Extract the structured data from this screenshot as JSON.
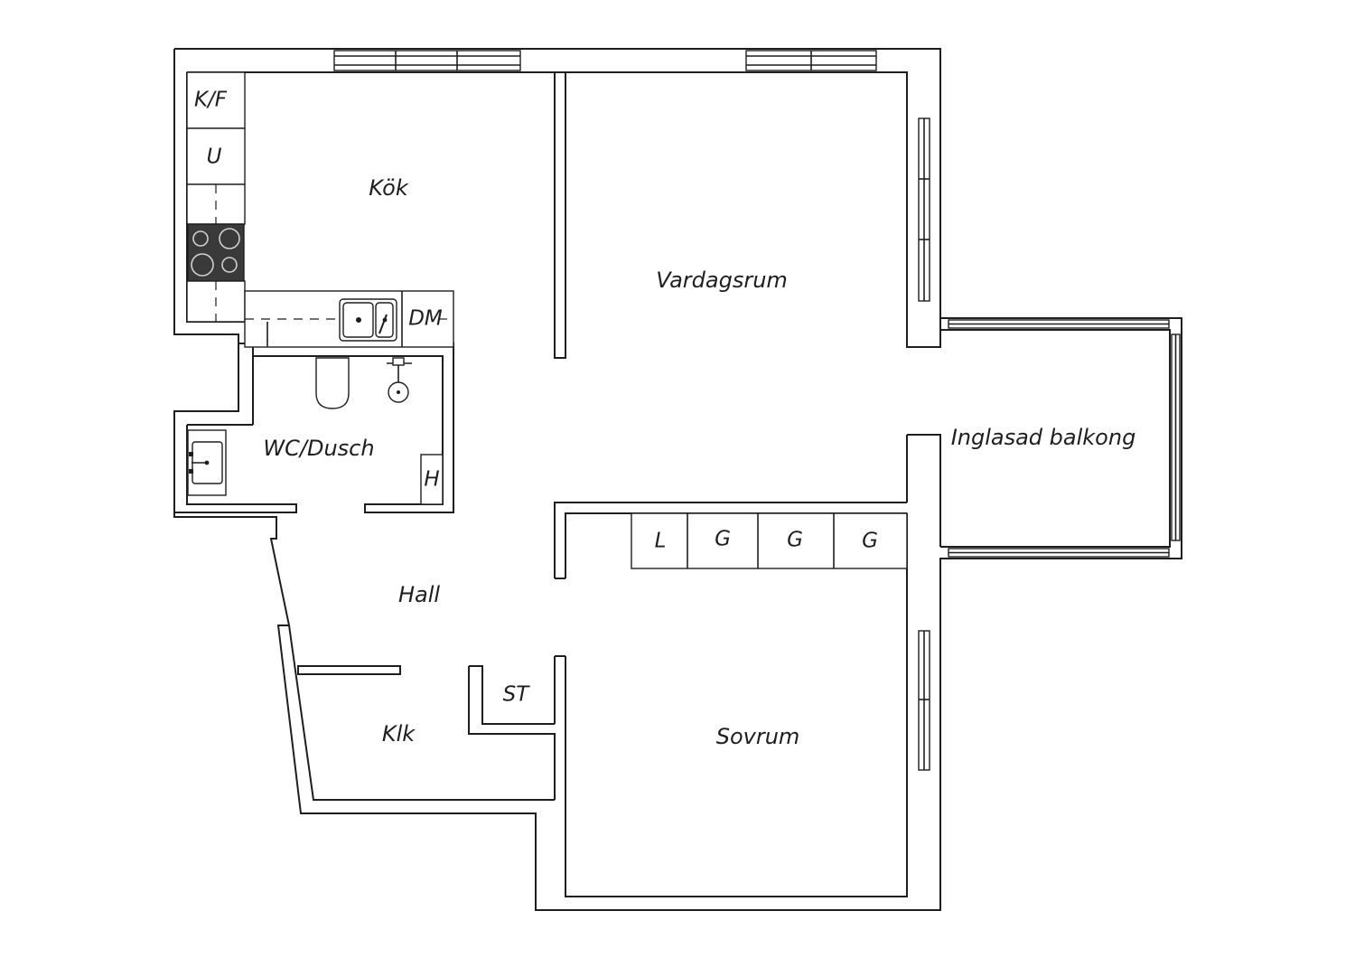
{
  "rooms": {
    "kok": "Kök",
    "vardagsrum": "Vardagsrum",
    "inglasad_balkong": "Inglasad balkong",
    "wc_dusch": "WC/Dusch",
    "hall": "Hall",
    "klk": "Klk",
    "sovrum": "Sovrum"
  },
  "fixtures": {
    "kf": "K/F",
    "u": "U",
    "dm": "DM",
    "h": "H",
    "st": "ST",
    "l": "L",
    "g1": "G",
    "g2": "G",
    "g3": "G"
  },
  "colors": {
    "line": "#1e1e1e",
    "background": "#ffffff",
    "stove": "#3a3a3a"
  },
  "icons": [
    "stove-icon",
    "sink-icon",
    "toilet-icon",
    "shower-icon",
    "washbasin-icon"
  ]
}
